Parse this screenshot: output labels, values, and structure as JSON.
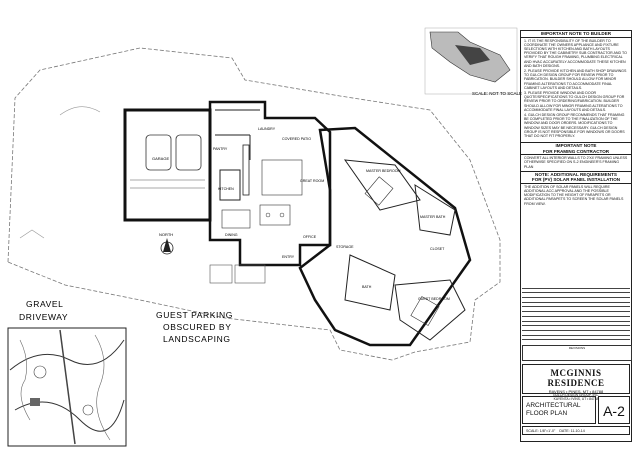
{
  "drawing": {
    "labels": {
      "gravel": "GRAVEL",
      "driveway": "DRIVEWAY",
      "guest1": "GUEST PARKING",
      "guest2": "OBSCURED BY",
      "guest3": "LANDSCAPING",
      "north": "NORTH",
      "scale": "SCALE: NOT TO SCALE",
      "garage": "GARAGE",
      "covered_patio": "COVERED PATIO",
      "great_room": "GREAT ROOM",
      "master_bedroom": "MASTER BEDROOM",
      "guest_bedroom": "GUEST BEDROOM",
      "kitchen": "KITCHEN",
      "dining": "DINING",
      "entry": "ENTRY",
      "laundry": "LAUNDRY",
      "pantry": "PANTRY",
      "office": "OFFICE",
      "master_bath": "MASTER BATH",
      "bath": "BATH",
      "closet": "CLOSET",
      "storage": "STORAGE"
    }
  },
  "notes": {
    "builder_header": "IMPORTANT NOTE  TO BUILDER",
    "builder_items": [
      "1. IT IS THE RESPONSIBILITY OF THE BUILDER TO COORDINATE THE OWNERS APPLIANCE AND FIXTURE SELECTIONS WITH KITCHEN AND BATH LAYOUTS PROVIDED BY THE CABINETRY SUB CONTRACTOR AND TO VERIFY THAT ROUGH FRAMING, PLUMBING ELECTRICAL AND HVAC ACCURATELY ACCOMMODATE THESE KITCHEN AND BATH DESIGNS.",
      "2. PLEASE PROVIDE KITCHEN AND BATH SHOP DRAWINGS TO GULCH DESIGN GROUP FOR REVIEW PRIOR TO FABRICATION. BUILDER SHOULD ALLOW FOR MINOR FRAMING ALTERATIONS TO ACCOMMODATE FINAL CABINET LAYOUTS AND DETAILS.",
      "3. PLEASE PROVIDE WINDOW AND DOOR QUOTE/SPECIFICATIONS TO GULCH DESIGN GROUP FOR REVIEW PRIOR TO ORDERING/FABRICATION. BUILDER SHOULD ALLOW FOR MINOR FRAMING ALTERATIONS TO ACCOMMODATE FINAL LAYOUTS AND DETAILS.",
      "4. GULCH DESIGN GROUP RECOMMENDS THAT FRAMING BE COMPLETED PRIOR TO THE FINALIZATION OF THE WINDOW AND DOOR ORDERS. MODIFICATIONS TO WINDOW SIZES MAY BE NECESSARY. GULCH DESIGN GROUP IS NOT RESPONSIBLE FOR WINDOWS OR DOORS THAT DO NOT FIT PROPERLY."
    ],
    "framing_header_1": "IMPORTANT NOTE",
    "framing_header_2": "FOR FRAMING CONTRACTOR",
    "framing_text": "CONVERT ALL INTERIOR WALLS TO 2'X4' FRAMING UNLESS OTHERWISE SPECIFIED ON S-2 ENGINEER'S FRAMING PLAN",
    "solar_header_1": "NOTE: ADDITIONAL REQUIREMENTS",
    "solar_header_2": "FOR (PV) SOLAR PANEL INSTALLATION",
    "solar_text": "THE ADDITION OF SOLAR PANELS WILL REQUIRE ADDITIONAL ACC APPROVAL AND THE POSSIBLE MODIFICATION TO THE HEIGHT OF PARAPETS OR ADDITIONAL PARAPETS TO SCREEN THE SOLAR PANELS FROM VIEW."
  },
  "revisions_label": "REVISIONS",
  "title_block": {
    "project": "MCGINNIS RESIDENCE",
    "address": "RAVENS • PINES, MT • 84788",
    "company": "GULCH DESIGN GROUP, INC.",
    "company_addr": "KAYENTA • IVINS, UT • 84738",
    "title_1": "ARCHITECTURAL",
    "title_2": "FLOOR PLAN",
    "sheet": "A-2",
    "scale_label": "SCALE: 1/8\"=1'-0\"",
    "date_label": "DATE: 11-10-14"
  }
}
